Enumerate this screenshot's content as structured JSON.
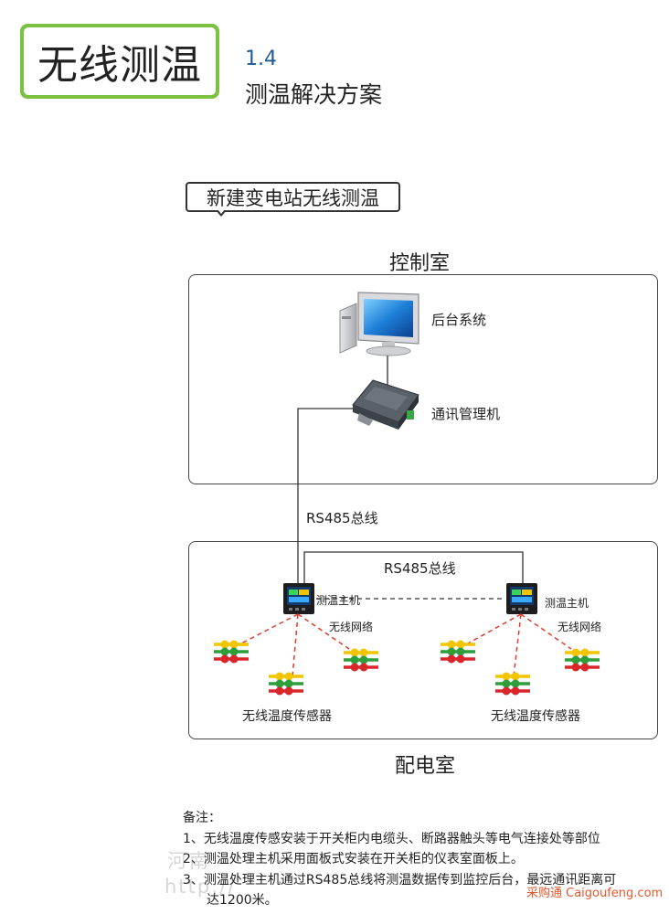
{
  "header": {
    "title": "无线测温",
    "section_number": "1.4",
    "section_title": "测温解决方案"
  },
  "diagram": {
    "callout": "新建变电站无线测温",
    "control_room": {
      "title": "控制室",
      "backend_label": "后台系统",
      "gateway_label": "通讯管理机"
    },
    "bus_label_outer": "RS485总线",
    "distribution_room": {
      "title": "配电室",
      "bus_label_inner": "RS485总线",
      "host_label_left": "测温主机",
      "host_label_right": "测温主机",
      "network_label_left": "无线网络",
      "network_label_right": "无线网络",
      "sensors_label_left": "无线温度传感器",
      "sensors_label_right": "无线温度传感器"
    }
  },
  "notes": {
    "heading": "备注：",
    "item1": "1、无线温度传感安装于开关柜内电缆头、断路器触头等电气连接处等部位",
    "item2": "2、测温处理主机采用面板式安装在开关柜的仪表室面板上。",
    "item3a": "3、测温处理主机通过RS485总线将测温数据传到监控后台，最远通讯距离可",
    "item3b": "达1200米。"
  },
  "watermarks": {
    "line1": "河南",
    "line2": "http://",
    "site": "采购通 Caigoufeng.com"
  },
  "colors": {
    "badge_green": "#7cc242",
    "section_blue": "#1f5a99",
    "dashed_red": "#e03c2e",
    "sensor_yellow": "#f2c500",
    "sensor_green": "#2e9e3a",
    "sensor_red": "#d8262b"
  }
}
